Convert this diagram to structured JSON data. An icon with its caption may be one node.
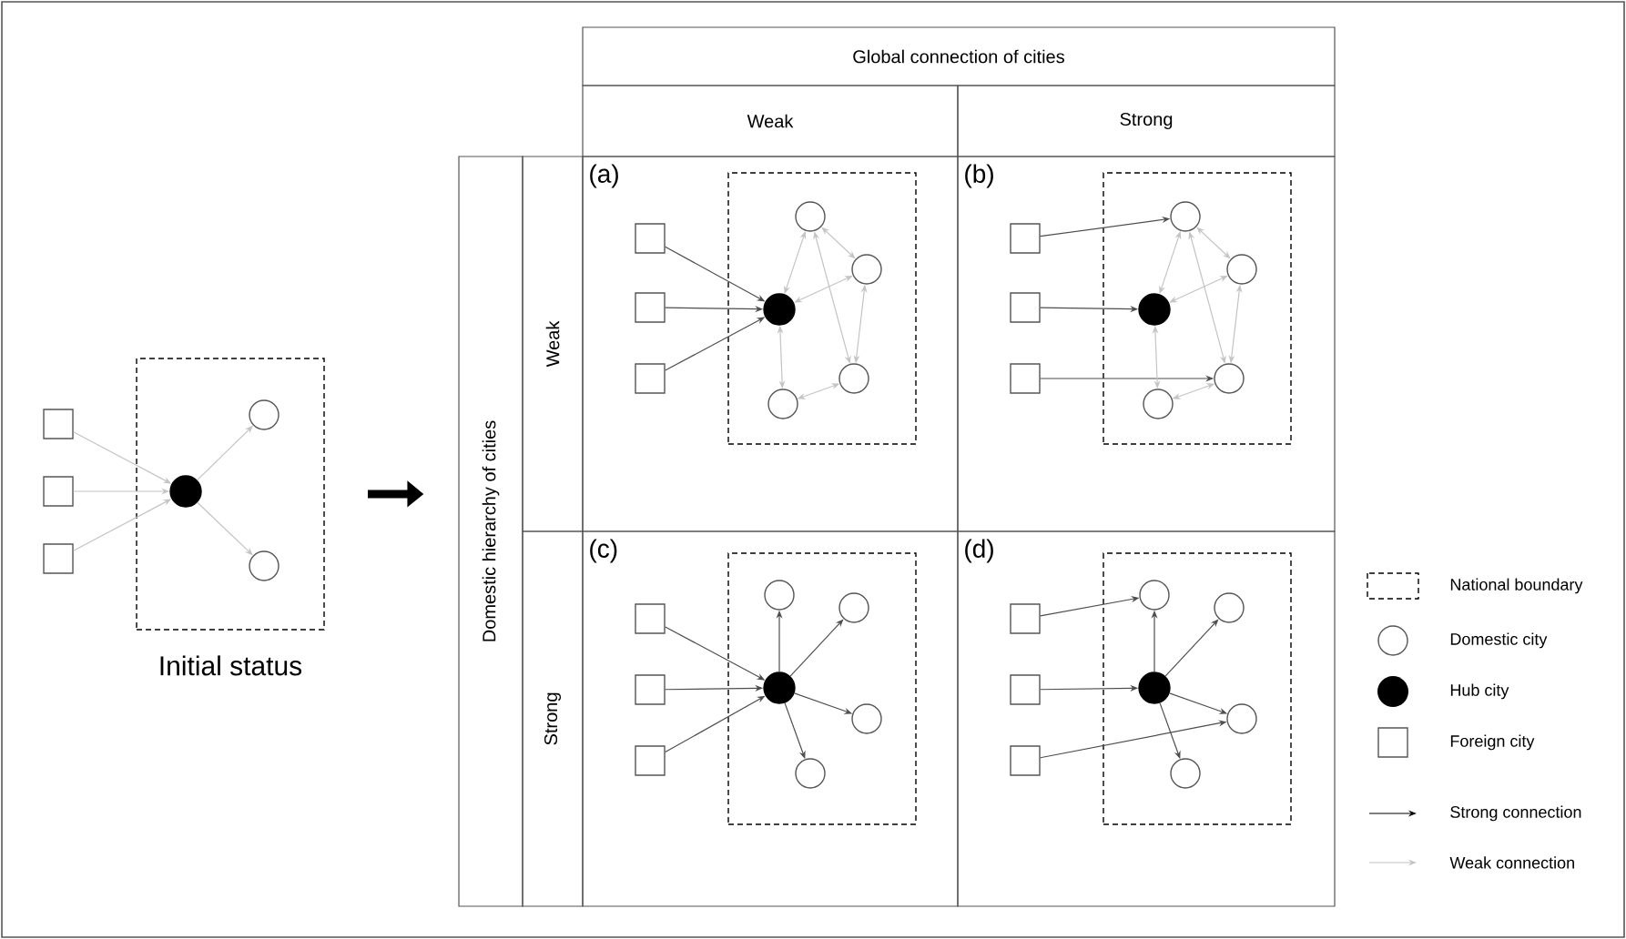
{
  "diagram": {
    "nodes": [
      {
        "text": [],
        "shape": "box",
        "beside": [
          "Initial status"
        ]
      },
      {
        "text": [],
        "shape": "circle",
        "in": 0
      },
      {
        "text": [],
        "shape": "circle",
        "in": 0
      },
      {
        "text": [],
        "shape": "circle",
        "in": 0
      },
      {
        "text": [],
        "shape": "box"
      },
      {
        "text": [],
        "shape": "box"
      },
      {
        "text": [],
        "shape": "box"
      },
      {
        "text": [
          "Global connection of cities"
        ]
      },
      {
        "text": [
          "Weak"
        ]
      },
      {
        "text": [
          "Strong"
        ]
      },
      {
        "text": [
          "Domestic hierarchy of cities"
        ]
      },
      {
        "text": [
          "Weak"
        ]
      },
      {
        "text": [
          "Strong"
        ]
      },
      {
        "text": [
          "(a)"
        ]
      },
      {
        "text": [],
        "shape": "box",
        "in": 13
      },
      {
        "text": [],
        "shape": "circle",
        "in": 14
      },
      {
        "text": [],
        "shape": "circle",
        "in": 14
      },
      {
        "text": [],
        "shape": "circle",
        "in": 14
      },
      {
        "text": [],
        "shape": "circle",
        "in": 14
      },
      {
        "text": [],
        "shape": "circle",
        "in": 14
      },
      {
        "text": [],
        "shape": "box",
        "in": 13
      },
      {
        "text": [],
        "shape": "box",
        "in": 13
      },
      {
        "text": [],
        "shape": "box",
        "in": 13
      },
      {
        "text": [
          "(b)"
        ]
      },
      {
        "text": [],
        "shape": "box",
        "in": 23
      },
      {
        "text": [],
        "shape": "circle",
        "in": 24
      },
      {
        "text": [],
        "shape": "circle",
        "in": 24
      },
      {
        "text": [],
        "shape": "circle",
        "in": 24
      },
      {
        "text": [],
        "shape": "circle",
        "in": 24
      },
      {
        "text": [],
        "shape": "circle",
        "in": 24
      },
      {
        "text": [],
        "shape": "box",
        "in": 23
      },
      {
        "text": [],
        "shape": "box",
        "in": 23
      },
      {
        "text": [],
        "shape": "box",
        "in": 23
      },
      {
        "text": [
          "(c)"
        ]
      },
      {
        "text": [],
        "shape": "box",
        "in": 33
      },
      {
        "text": [],
        "shape": "circle",
        "in": 34
      },
      {
        "text": [],
        "shape": "circle",
        "in": 34
      },
      {
        "text": [],
        "shape": "circle",
        "in": 34
      },
      {
        "text": [],
        "shape": "circle",
        "in": 34
      },
      {
        "text": [],
        "shape": "circle",
        "in": 34
      },
      {
        "text": [],
        "shape": "box",
        "in": 33
      },
      {
        "text": [],
        "shape": "box",
        "in": 33
      },
      {
        "text": [],
        "shape": "box",
        "in": 33
      },
      {
        "text": [
          "(d)"
        ]
      },
      {
        "text": [],
        "shape": "box",
        "in": 43
      },
      {
        "text": [],
        "shape": "circle",
        "in": 44
      },
      {
        "text": [],
        "shape": "circle",
        "in": 44
      },
      {
        "text": [],
        "shape": "circle",
        "in": 44
      },
      {
        "text": [],
        "shape": "circle",
        "in": 44
      },
      {
        "text": [],
        "shape": "circle",
        "in": 44
      },
      {
        "text": [],
        "shape": "box",
        "in": 43
      },
      {
        "text": [],
        "shape": "box",
        "in": 43
      },
      {
        "text": [],
        "shape": "box",
        "in": 43
      }
    ],
    "edges": [
      {
        "from": 4,
        "to": 1,
        "arrow": "to",
        "color": "#c4c4c4"
      },
      {
        "from": 5,
        "to": 1,
        "arrow": "to",
        "color": "#c4c4c4"
      },
      {
        "from": 6,
        "to": 1,
        "arrow": "to",
        "color": "#c4c4c4"
      },
      {
        "from": 1,
        "to": 2,
        "arrow": "to",
        "color": "#c4c4c4"
      },
      {
        "from": 1,
        "to": 3,
        "arrow": "to",
        "color": "#c4c4c4"
      },
      {
        "from": 0,
        "to": 10,
        "arrow": "to",
        "style": "thick",
        "color": "#000000"
      },
      {
        "from": 20,
        "to": 15,
        "arrow": "to"
      },
      {
        "from": 21,
        "to": 15,
        "arrow": "to"
      },
      {
        "from": 22,
        "to": 15,
        "arrow": "to"
      },
      {
        "from": 15,
        "to": 16,
        "arrow": "both",
        "color": "#c4c4c4"
      },
      {
        "from": 16,
        "to": 17,
        "arrow": "both",
        "color": "#c4c4c4"
      },
      {
        "from": 16,
        "to": 18,
        "arrow": "both",
        "color": "#c4c4c4"
      },
      {
        "from": 17,
        "to": 15,
        "arrow": "both",
        "color": "#c4c4c4"
      },
      {
        "from": 17,
        "to": 18,
        "arrow": "both",
        "color": "#c4c4c4"
      },
      {
        "from": 15,
        "to": 19,
        "arrow": "both",
        "color": "#c4c4c4"
      },
      {
        "from": 19,
        "to": 18,
        "arrow": "both",
        "color": "#c4c4c4"
      },
      {
        "from": 30,
        "to": 26,
        "arrow": "to"
      },
      {
        "from": 31,
        "to": 25,
        "arrow": "to"
      },
      {
        "from": 32,
        "to": 28,
        "arrow": "to"
      },
      {
        "from": 25,
        "to": 26,
        "arrow": "both",
        "color": "#c4c4c4"
      },
      {
        "from": 26,
        "to": 27,
        "arrow": "both",
        "color": "#c4c4c4"
      },
      {
        "from": 26,
        "to": 28,
        "arrow": "both",
        "color": "#c4c4c4"
      },
      {
        "from": 27,
        "to": 25,
        "arrow": "both",
        "color": "#c4c4c4"
      },
      {
        "from": 27,
        "to": 28,
        "arrow": "both",
        "color": "#c4c4c4"
      },
      {
        "from": 25,
        "to": 29,
        "arrow": "both",
        "color": "#c4c4c4"
      },
      {
        "from": 29,
        "to": 28,
        "arrow": "both",
        "color": "#c4c4c4"
      },
      {
        "from": 40,
        "to": 35,
        "arrow": "to"
      },
      {
        "from": 41,
        "to": 35,
        "arrow": "to"
      },
      {
        "from": 42,
        "to": 35,
        "arrow": "to"
      },
      {
        "from": 35,
        "to": 36,
        "arrow": "to"
      },
      {
        "from": 35,
        "to": 37,
        "arrow": "to"
      },
      {
        "from": 35,
        "to": 38,
        "arrow": "to"
      },
      {
        "from": 35,
        "to": 39,
        "arrow": "to"
      },
      {
        "from": 50,
        "to": 46,
        "arrow": "to"
      },
      {
        "from": 51,
        "to": 45,
        "arrow": "to"
      },
      {
        "from": 52,
        "to": 48,
        "arrow": "to"
      },
      {
        "from": 45,
        "to": 46,
        "arrow": "to"
      },
      {
        "from": 45,
        "to": 47,
        "arrow": "to"
      },
      {
        "from": 45,
        "to": 48,
        "arrow": "to"
      },
      {
        "from": 45,
        "to": 49,
        "arrow": "to"
      }
    ],
    "legend": [
      {
        "text": "National boundary"
      },
      {
        "text": "Domestic city"
      },
      {
        "text": "Hub city"
      },
      {
        "text": "Foreign city"
      },
      {
        "text": "Strong connection"
      },
      {
        "text": "Weak connection"
      }
    ]
  }
}
